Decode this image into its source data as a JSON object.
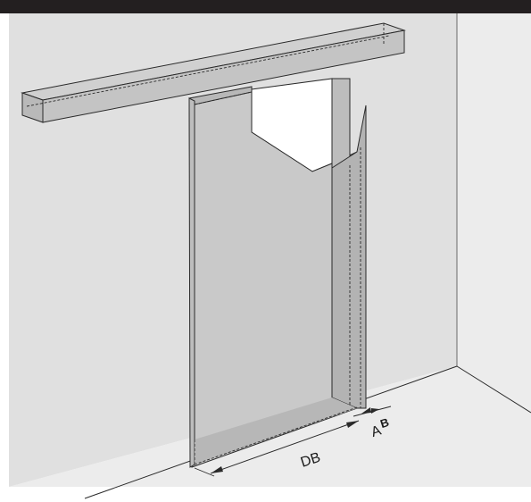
{
  "diagram": {
    "labels": {
      "width": "DB",
      "a": "A",
      "b": "B"
    },
    "colors": {
      "header_bar": "#231f20",
      "wall": "#e0e0e0",
      "side_wall": "#ececec",
      "floor": "#ececec",
      "door_panel": "#c9c9c9",
      "door_edge": "#b3b3b3",
      "floor_shadow": "#b7b7b7",
      "opening": "#ffffff",
      "line": "#2a2a2a"
    }
  }
}
